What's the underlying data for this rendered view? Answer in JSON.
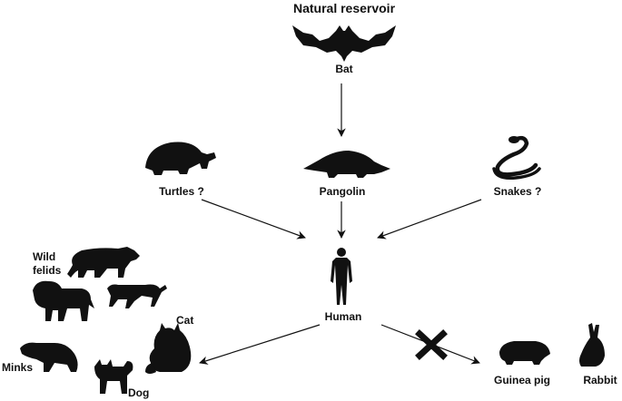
{
  "title": "Natural reservoir",
  "nodes": {
    "bat": "Bat",
    "turtles": "Turtles ?",
    "pangolin": "Pangolin",
    "snakes": "Snakes ?",
    "human": "Human",
    "wild_felids_line1": "Wild",
    "wild_felids_line2": "felids",
    "cat": "Cat",
    "minks": "Minks",
    "dog": "Dog",
    "guinea_pig": "Guinea pig",
    "rabbit": "Rabbit"
  },
  "blocked_symbol": "cross-icon",
  "colors": {
    "silhouette": "#111111",
    "background": "#ffffff"
  }
}
